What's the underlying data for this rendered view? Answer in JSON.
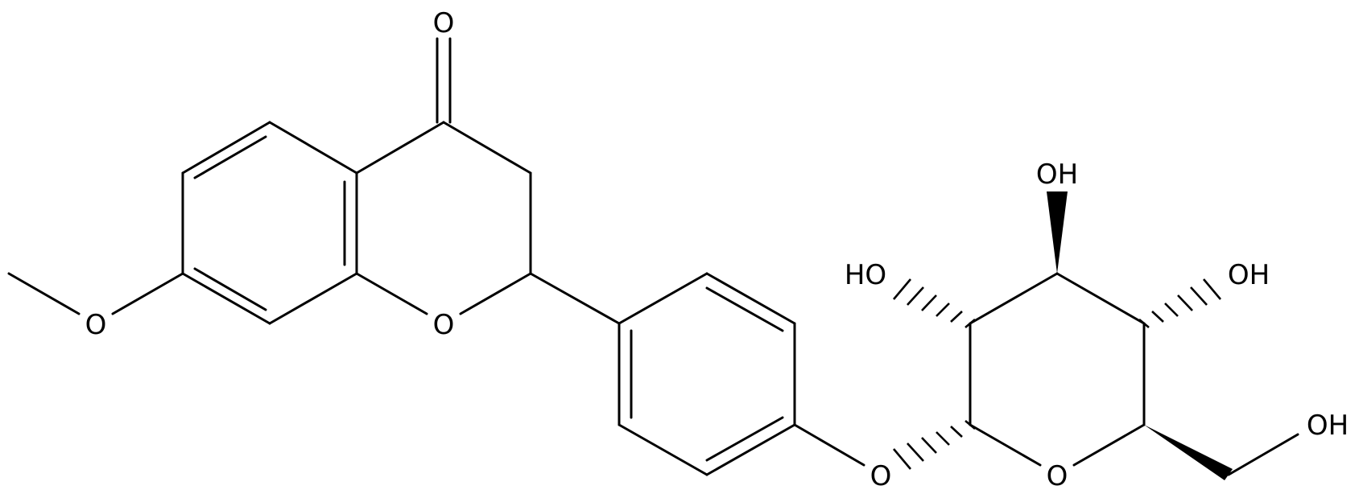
{
  "diagram": {
    "type": "chemical-structure",
    "atom_labels": {
      "O_carbonyl": "O",
      "O_ring": "O",
      "O_methoxy": "O",
      "O_glycosidic": "O",
      "O_pyranose": "O",
      "OH_top": "OH",
      "HO_left": "HO",
      "OH_right": "OH",
      "OH_ch2": "OH"
    }
  }
}
